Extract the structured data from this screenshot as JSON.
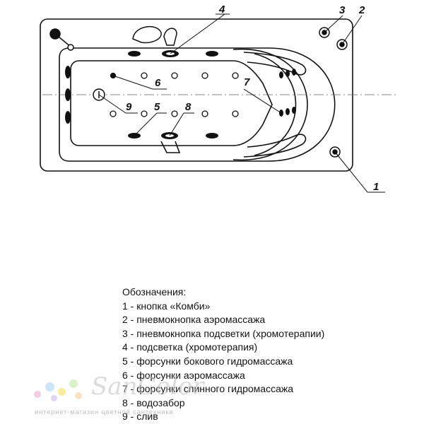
{
  "diagram": {
    "callouts": [
      "1",
      "2",
      "3",
      "4",
      "5",
      "6",
      "7",
      "8",
      "9"
    ]
  },
  "legend": {
    "title": "Обозначения:",
    "items": [
      "1 - кнопка «Комби»",
      "2 - пневмокнопка аэромассажа",
      "3 - пневмокнопка подсветки (хромотерапии)",
      "4 - подсветка (хромотерапия)",
      "5 - форсунки бокового гидромассажа",
      "6 - форсунки аэромассажа",
      "7 - форсунки спинного гидромассажа",
      "8 - водозабор",
      "9 - слив"
    ]
  },
  "watermark": {
    "logo": "SanColor",
    "tagline": "интернет-магазин цветной сантехники",
    "dot_colors": [
      "#f2b8d8",
      "#b9d9f5",
      "#f7e27a",
      "#c7ecb0",
      "#d8c2f0",
      "#fbd3a6"
    ]
  }
}
